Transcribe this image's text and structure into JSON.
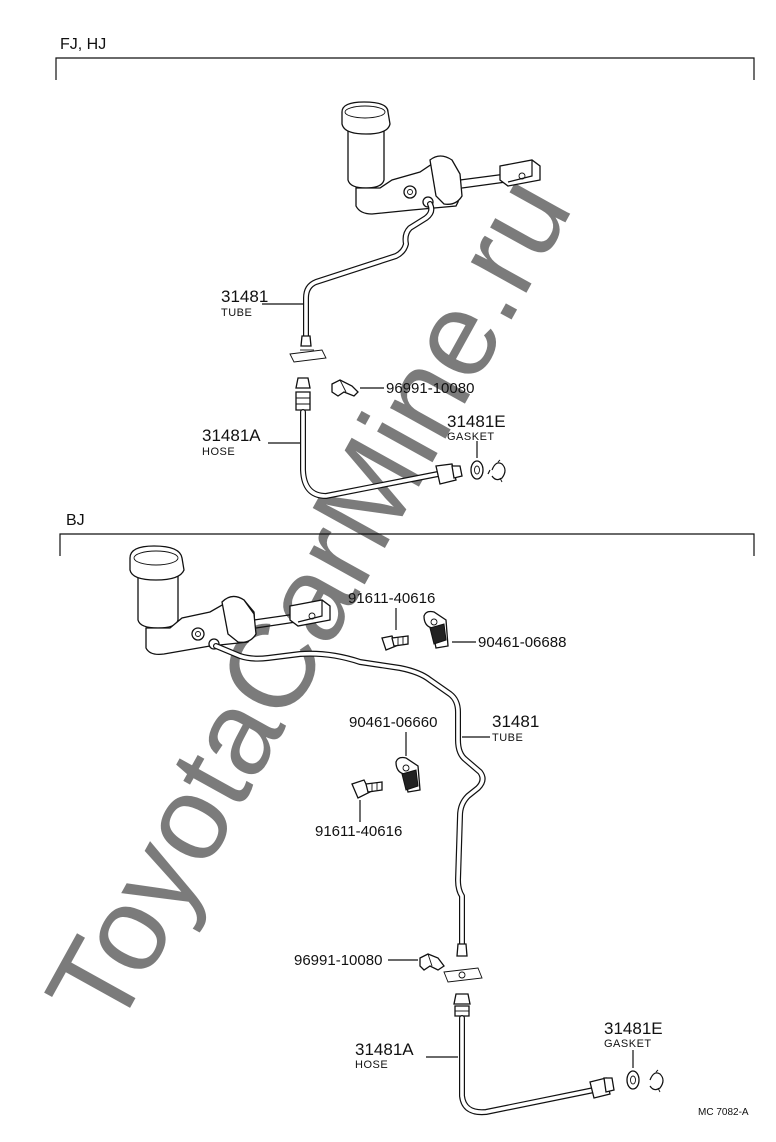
{
  "watermark": "ToyotaCarMine.ru",
  "sections": {
    "fj_hj": {
      "label": "FJ, HJ",
      "tube": {
        "number": "31481",
        "name": "TUBE"
      },
      "clip": {
        "number": "96991-10080"
      },
      "hose": {
        "number": "31481A",
        "name": "HOSE"
      },
      "gasket": {
        "number": "31481E",
        "name": "GASKET"
      }
    },
    "bj": {
      "label": "BJ",
      "bolt_upper": {
        "number": "91611-40616"
      },
      "clamp_upper": {
        "number": "90461-06688"
      },
      "tube": {
        "number": "31481",
        "name": "TUBE"
      },
      "clamp_lower": {
        "number": "90461-06660"
      },
      "bolt_lower": {
        "number": "91611-40616"
      },
      "clip": {
        "number": "96991-10080"
      },
      "hose": {
        "number": "31481A",
        "name": "HOSE"
      },
      "gasket": {
        "number": "31481E",
        "name": "GASKET"
      }
    }
  },
  "drawing_code": "MC 7082-A"
}
